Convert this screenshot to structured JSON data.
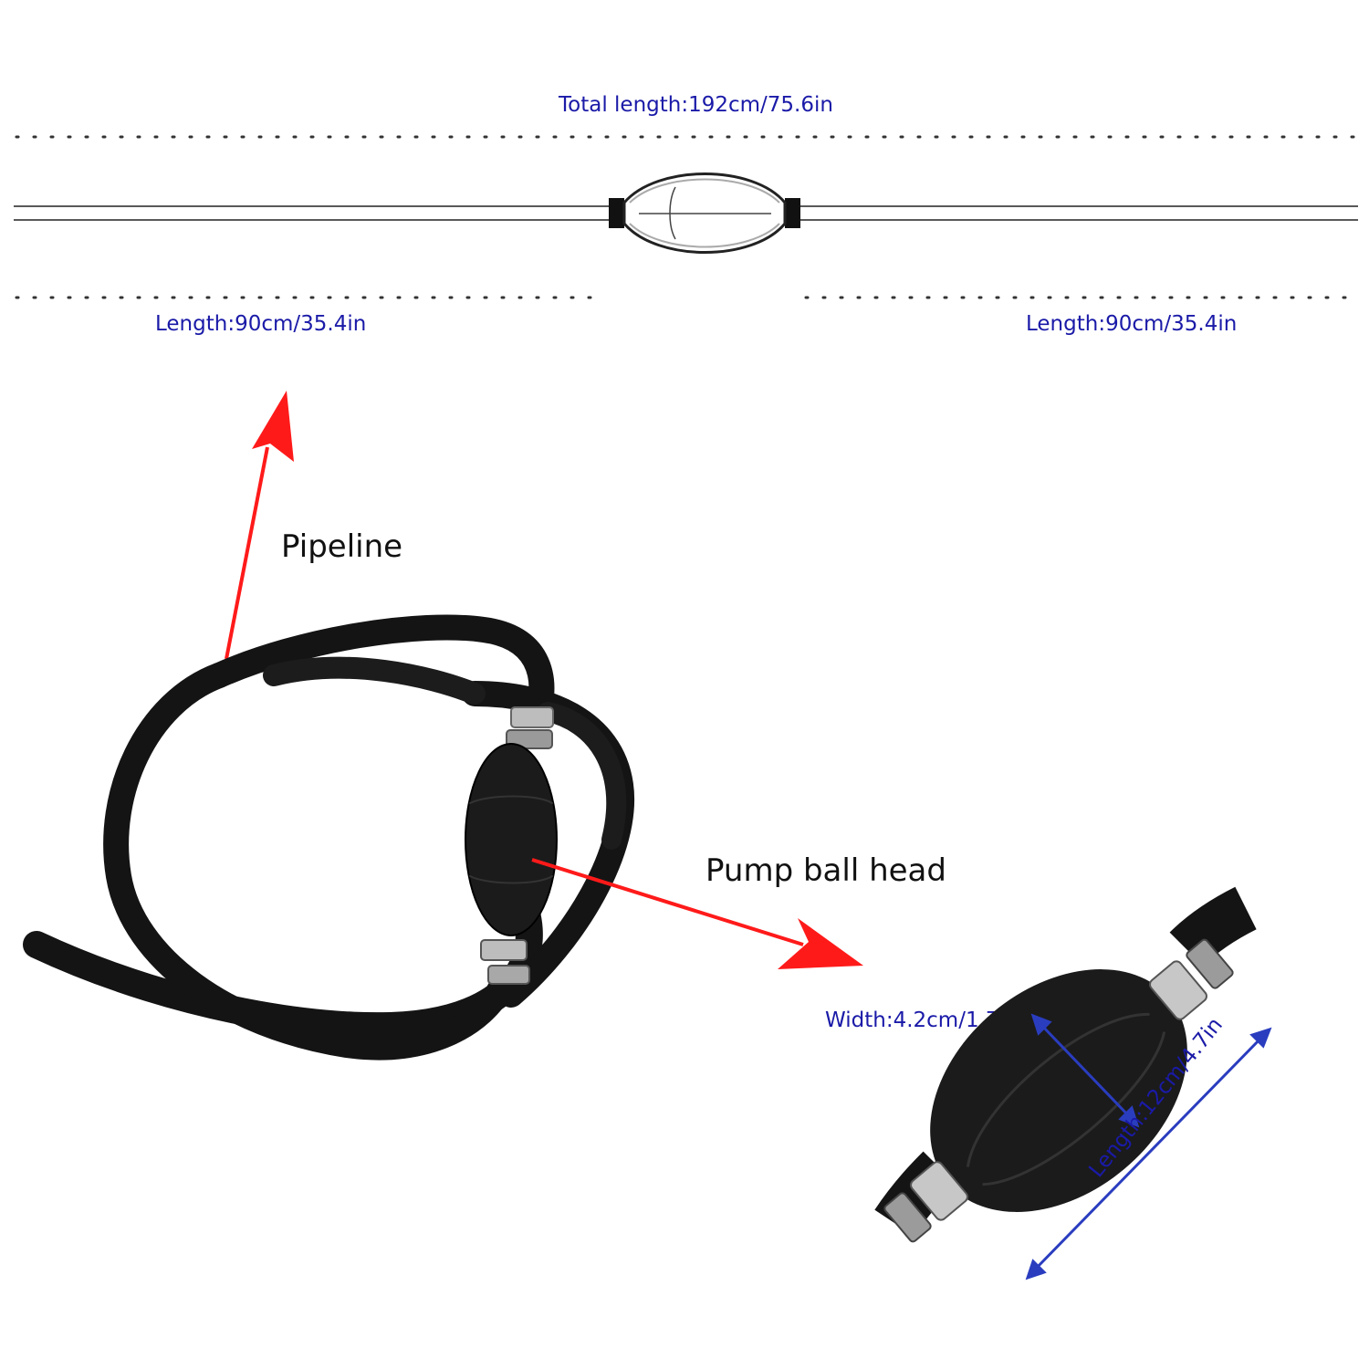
{
  "colors": {
    "dimension_text": "#1a1aa8",
    "callout_text": "#111111",
    "arrow": "#ff1a1a",
    "hose": "#141414",
    "clamp": "#b8b8b8",
    "dim_line": "#2a3dbf"
  },
  "dimensions": {
    "total_length": "Total length:192cm/75.6in",
    "left_length": "Length:90cm/35.4in",
    "right_length": "Length:90cm/35.4in",
    "bulb_width": "Width:4.2cm/1.7in",
    "bulb_length": "Length:12cm/4.7in"
  },
  "callouts": {
    "pipeline": "Pipeline",
    "pump_ball_head": "Pump ball head"
  },
  "icons": [
    "hose-schematic-icon",
    "pump-bulb-icon",
    "red-arrow-icon",
    "hose-photo",
    "bulb-closeup-photo"
  ]
}
